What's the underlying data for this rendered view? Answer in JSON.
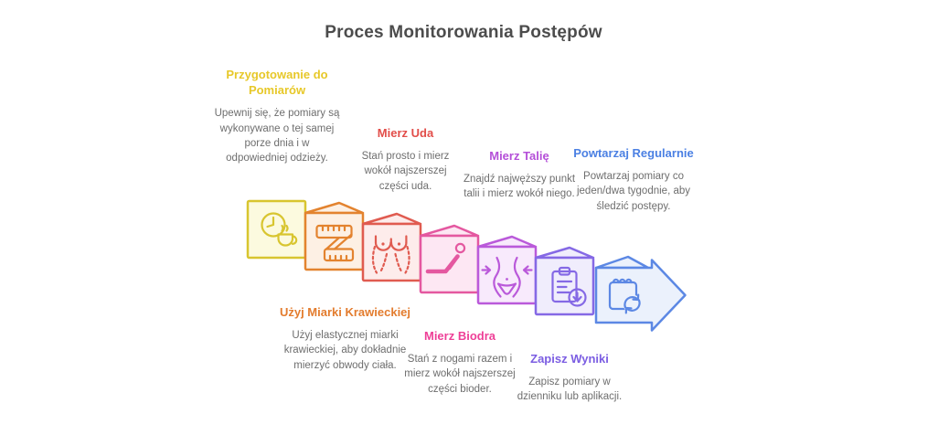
{
  "title": "Proces Monitorowania Postępów",
  "text_colors": {
    "title": "#4c4c4c",
    "body": "#6e6e6e"
  },
  "steps": [
    {
      "heading": "Przygotowanie do Pomiarów",
      "body": "Upewnij się, że pomiary są wykonywane o tej samej porze dnia i w odpowiedniej odzieży.",
      "label_position": "top",
      "icon": "clock-and-cup-icon",
      "heading_color": "#e7c829",
      "border_color": "#d8c52f",
      "fill_color": "#fcfadf"
    },
    {
      "heading": "Użyj Miarki Krawieckiej",
      "body": "Użyj elastycznej miarki krawieckiej, aby dokładnie mierzyć obwody ciała.",
      "label_position": "bottom",
      "icon": "measuring-tape-icon",
      "heading_color": "#e37c2e",
      "border_color": "#e3832f",
      "fill_color": "#fdf0e4"
    },
    {
      "heading": "Mierz Uda",
      "body": "Stań prosto i mierz wokół najszerszej części uda.",
      "label_position": "top",
      "icon": "torso-icon",
      "heading_color": "#e24d49",
      "border_color": "#e05b50",
      "fill_color": "#fdeceb"
    },
    {
      "heading": "Mierz Biodra",
      "body": "Stań z nogami razem i mierz wokół najszerszej części bioder.",
      "label_position": "bottom",
      "icon": "stretching-person-icon",
      "heading_color": "#ee3f97",
      "border_color": "#e458a0",
      "fill_color": "#fde7f3"
    },
    {
      "heading": "Mierz Talię",
      "body": "Znajdź najwęższy punkt talii i mierz wokół niego.",
      "label_position": "top",
      "icon": "waist-icon",
      "heading_color": "#b44fd8",
      "border_color": "#ba5ada",
      "fill_color": "#f8eafc"
    },
    {
      "heading": "Zapisz Wyniki",
      "body": "Zapisz pomiary w dzienniku lub aplikacji.",
      "label_position": "bottom",
      "icon": "clipboard-download-icon",
      "heading_color": "#7b5de2",
      "border_color": "#8569e5",
      "fill_color": "#f0edfc"
    },
    {
      "heading": "Powtarzaj Regularnie",
      "body": "Powtarzaj pomiary co jeden/dwa tygodnie, aby śledzić postępy.",
      "label_position": "top",
      "icon": "calendar-refresh-icon",
      "heading_color": "#4b80e3",
      "border_color": "#5c88e4",
      "fill_color": "#ebf1fc"
    }
  ]
}
